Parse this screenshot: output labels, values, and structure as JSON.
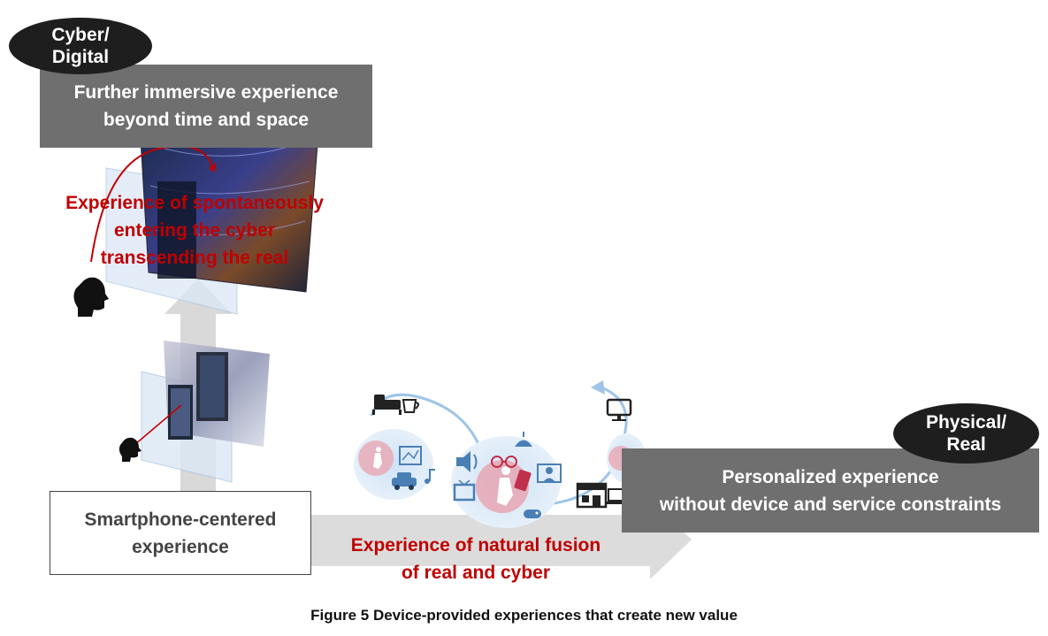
{
  "labels": {
    "cyber": "Cyber/\nDigital",
    "physical": "Physical/\nReal"
  },
  "boxes": {
    "immersive": "Further immersive experience\nbeyond time and space",
    "personalized": "Personalized experience\nwithout device and service constraints",
    "smartphone": "Smartphone-centered\nexperience"
  },
  "annotations": {
    "spontaneous": "Experience of spontaneously\nentering the cyber\ntranscending the real",
    "fusion": "Experience of natural fusion\nof real and cyber"
  },
  "caption": "Figure 5  Device-provided experiences that create new value",
  "icons": [
    "bed-icon",
    "cup-icon",
    "watch-icon",
    "person-walking-icon",
    "map-icon",
    "car-icon",
    "music-note-icon",
    "speaker-icon",
    "glasses-icon",
    "tv-icon",
    "lamp-icon",
    "tablet-icon",
    "video-call-icon",
    "gamepad-icon",
    "monitor-icon",
    "store-icon",
    "laptop-icon",
    "head-silhouette-icon"
  ],
  "colors": {
    "accent_red": "#c00000",
    "box_gray": "#6f6f6f",
    "arrow_gray": "#d9d9d9",
    "pill_black": "#1e1e1e",
    "icon_blue": "#4a7fb5"
  }
}
